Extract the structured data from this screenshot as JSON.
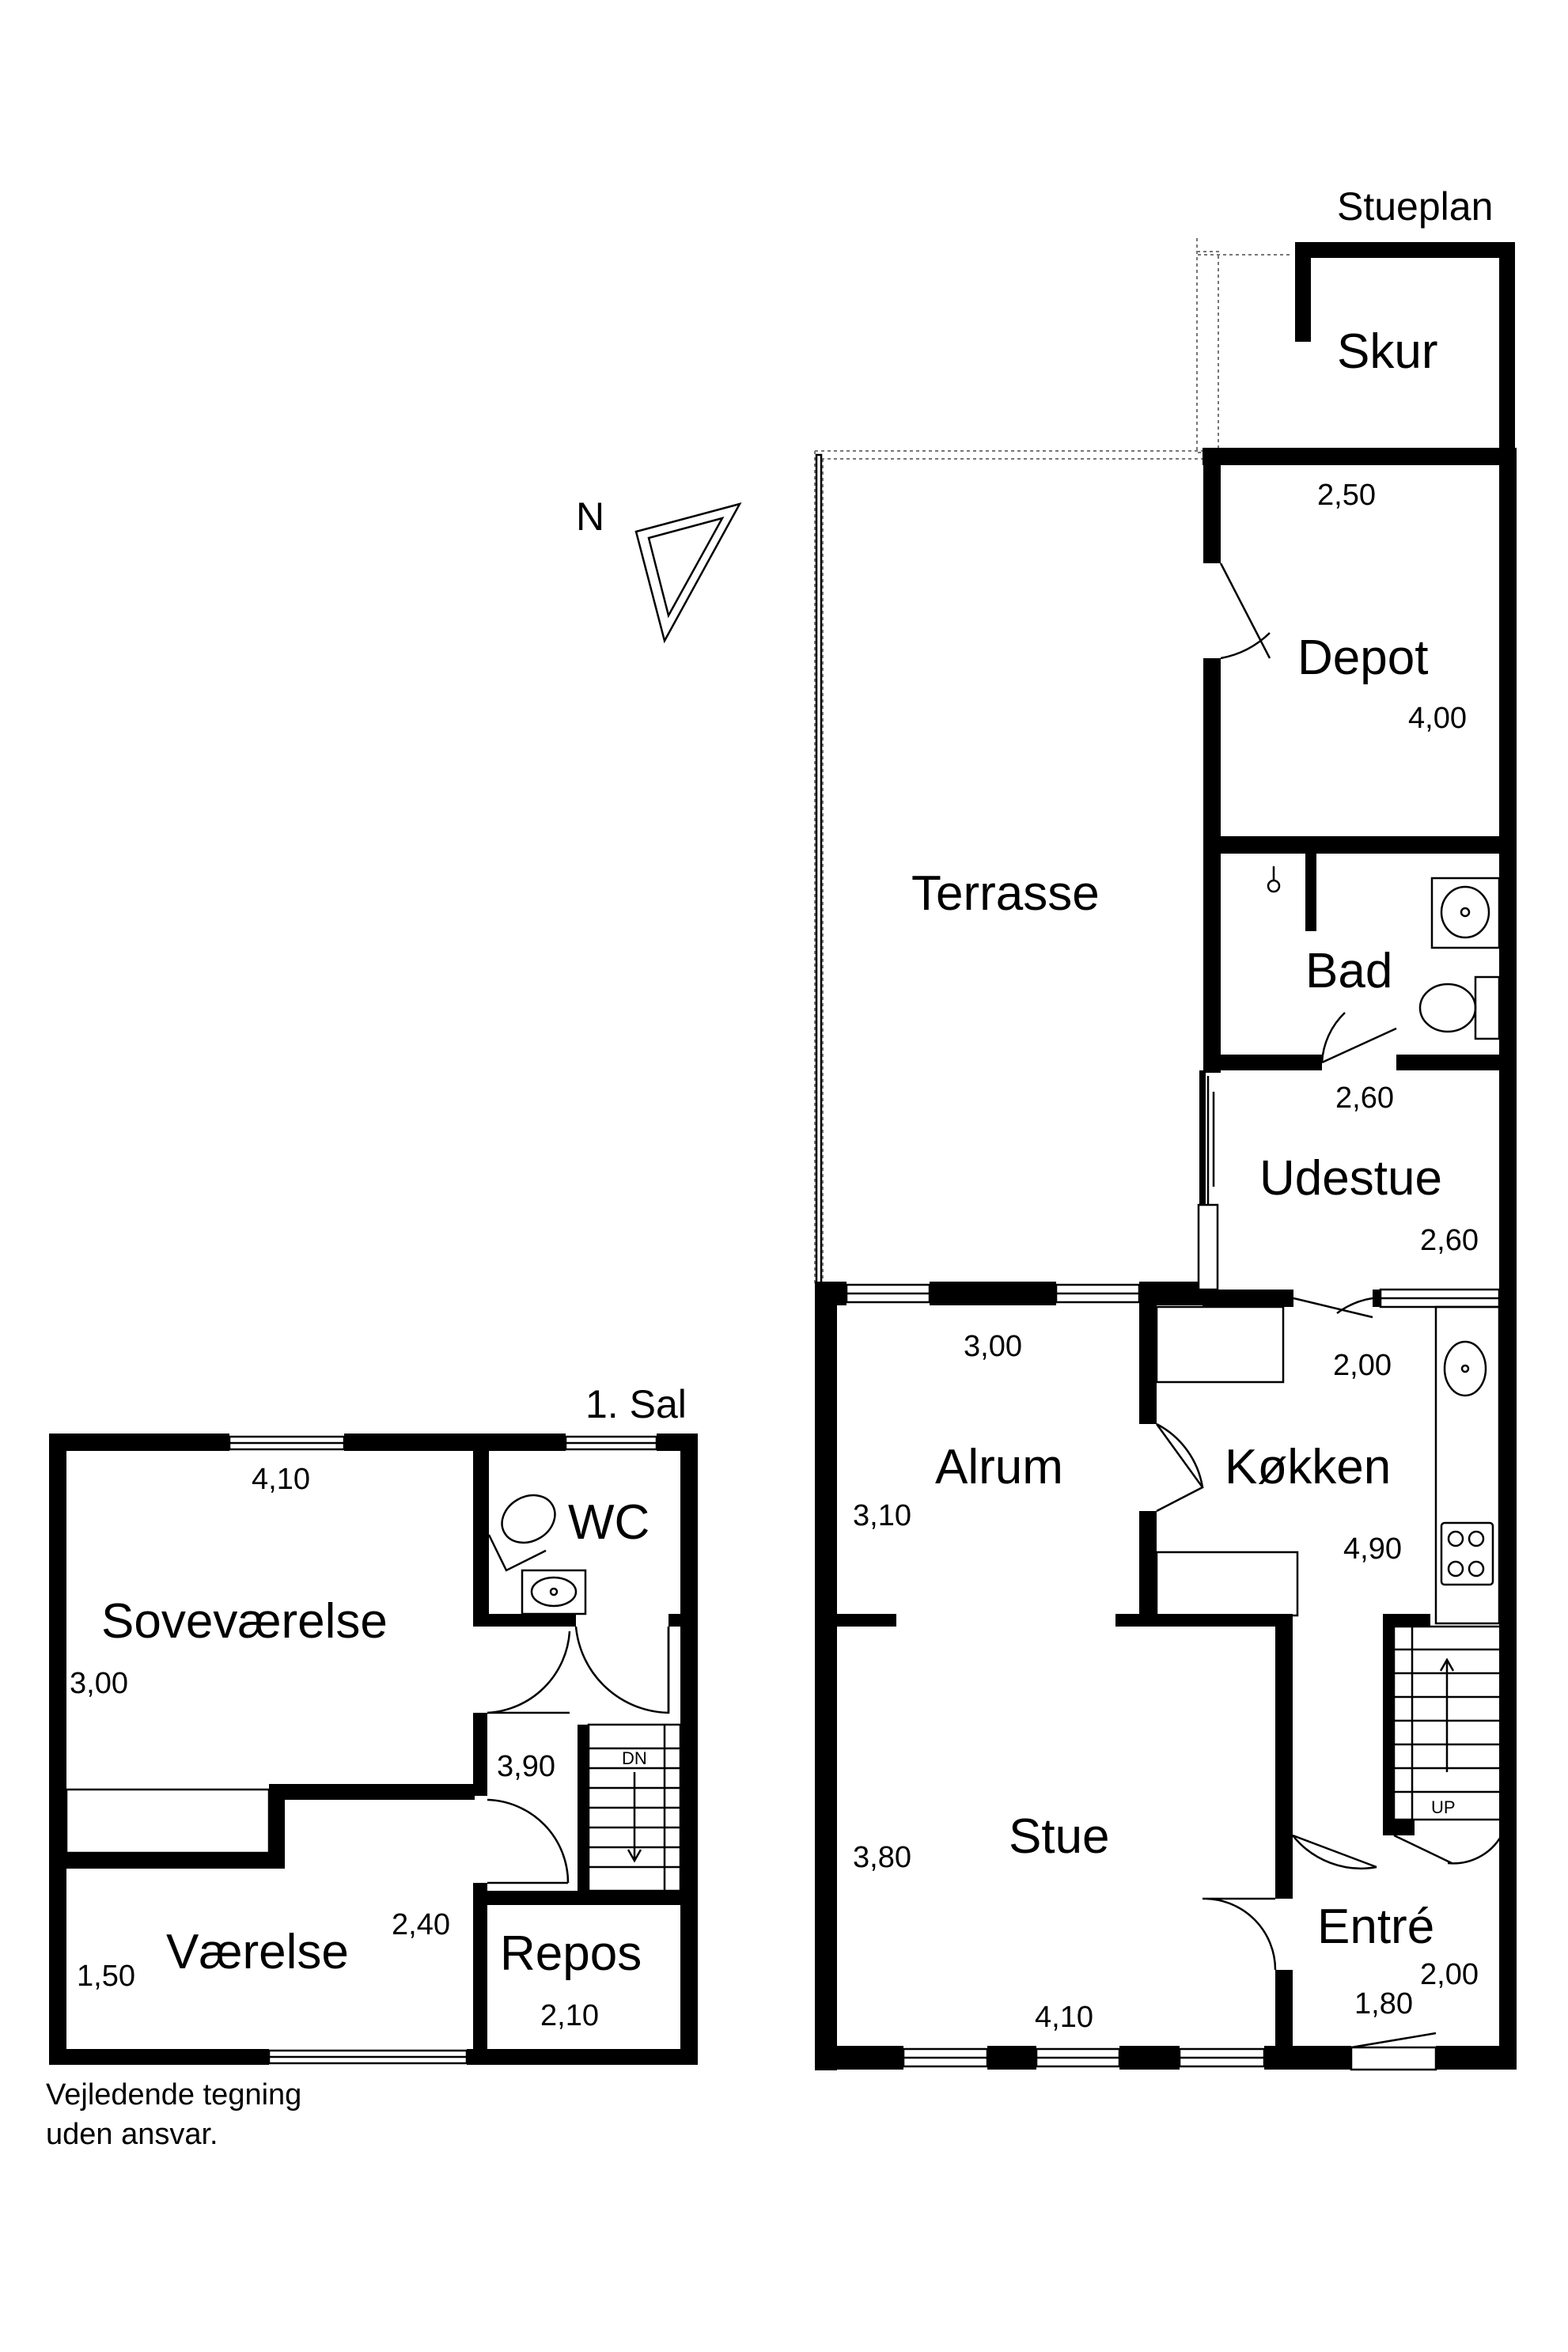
{
  "floors": {
    "ground": {
      "title": "Stueplan",
      "rooms": {
        "skur": "Skur",
        "depot": "Depot",
        "terrasse": "Terrasse",
        "bad": "Bad",
        "udestue": "Udestue",
        "alrum": "Alrum",
        "kokken": "Køkken",
        "stue": "Stue",
        "entre": "Entré"
      },
      "dimensions": {
        "depot_width": "2,50",
        "depot_length": "4,00",
        "udestue_width": "2,60",
        "udestue_length": "2,60",
        "alrum_width": "3,00",
        "alrum_length": "3,10",
        "kokken_width": "2,00",
        "kokken_length": "4,90",
        "stue_length": "3,80",
        "stue_width": "4,10",
        "entre_length": "2,00",
        "entre_width": "1,80"
      },
      "stair_label": "UP"
    },
    "first": {
      "title": "1. Sal",
      "rooms": {
        "sovevaerelse": "Soveværelse",
        "wc": "WC",
        "vaerelse": "Værelse",
        "repos": "Repos"
      },
      "dimensions": {
        "sove_width": "4,10",
        "sove_length": "3,00",
        "hall_length": "3,90",
        "vaerelse_width": "2,40",
        "vaerelse_length": "1,50",
        "repos_width": "2,10"
      },
      "stair_label": "DN"
    }
  },
  "compass": {
    "label": "N",
    "icon": "north-arrow-icon"
  },
  "disclaimer": {
    "line1": "Vejledende tegning",
    "line2": "uden ansvar."
  }
}
